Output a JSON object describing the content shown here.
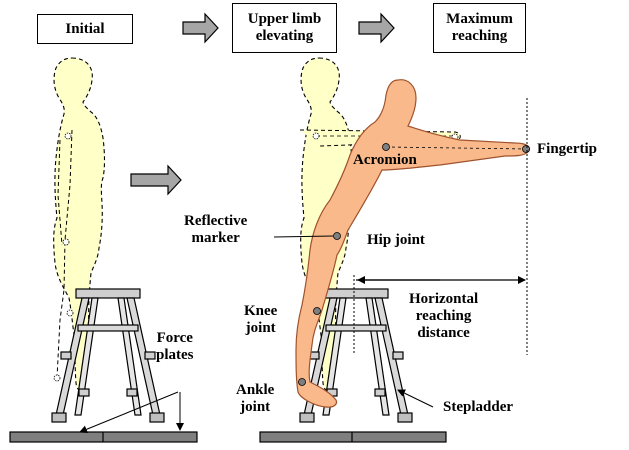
{
  "phases": {
    "initial": "Initial",
    "upper_limb_elevating": "Upper limb\nelevating",
    "maximum_reaching": "Maximum\nreaching"
  },
  "labels": {
    "acromion": "Acromion",
    "fingertip": "Fingertip",
    "reflective_marker": "Reflective\nmarker",
    "hip_joint": "Hip joint",
    "knee_joint": "Knee\njoint",
    "ankle_joint": "Ankle\njoint",
    "horizontal_reaching_distance": "Horizontal\nreaching\ndistance",
    "force_plates": "Force\nplates",
    "stepladder": "Stepladder"
  },
  "colors": {
    "ghost_figure_fill": "#ffffc8",
    "reaching_figure_fill": "#f9b98a",
    "reaching_figure_outline": "#a0522d",
    "arrow_fill": "#a6a6a6",
    "force_plate_fill": "#7f7f7f",
    "marker_fill": "#7f7f7f"
  }
}
